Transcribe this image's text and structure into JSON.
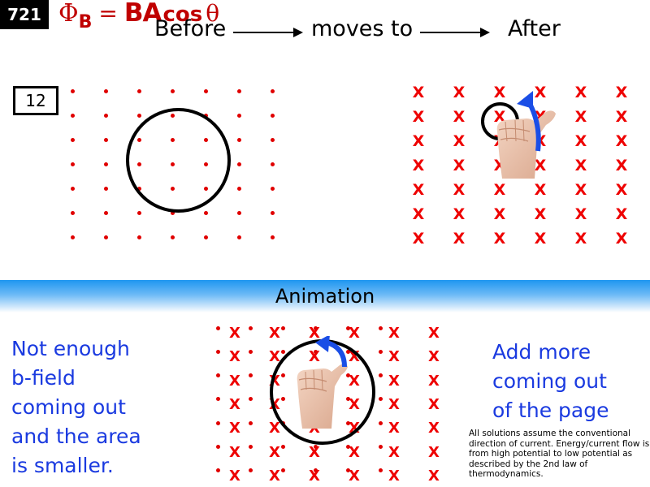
{
  "slide": {
    "number_badge": "721",
    "problem_number": "12",
    "formula": {
      "phi": "Φ",
      "subscript": "B",
      "equals": "=",
      "ba": "BA",
      "cos": "cos",
      "theta": "θ"
    },
    "header": {
      "before_label": "Before",
      "moves_label": "moves to",
      "after_label": "After"
    },
    "banner": {
      "label": "Animation",
      "gradient_top": "#1e96f0",
      "gradient_bottom": "#ffffff"
    },
    "left_explanation": [
      "Not enough",
      "b-field",
      "coming out",
      "and the area",
      "is smaller."
    ],
    "right_explanation": [
      "Add more",
      "coming out",
      "of the page"
    ],
    "footnote": "All solutions assume the conventional direction of current. Energy/current flow is from high potential to low potential as described by the 2nd law of thermodynamics.",
    "colors": {
      "field_red": "#e00000",
      "text_blue": "#1a3ae0",
      "formula_red": "#c00000",
      "arrow_blue": "#1a4ee6"
    }
  },
  "diagrams": {
    "before": {
      "field_symbol": "dot",
      "meaning": "field out of page",
      "grid": {
        "cols": 7,
        "rows": 7
      },
      "loop": "large circle"
    },
    "after": {
      "field_symbol": "X",
      "meaning": "field into page",
      "grid": {
        "cols": 6,
        "rows": 7
      },
      "loop": "small circle",
      "icon": "right-hand-rule"
    },
    "animation": {
      "field_symbols": [
        "dot",
        "X"
      ],
      "grid": {
        "cols": 6,
        "rows": 7
      },
      "loop": "large circle",
      "icon": "right-hand-rule"
    }
  }
}
